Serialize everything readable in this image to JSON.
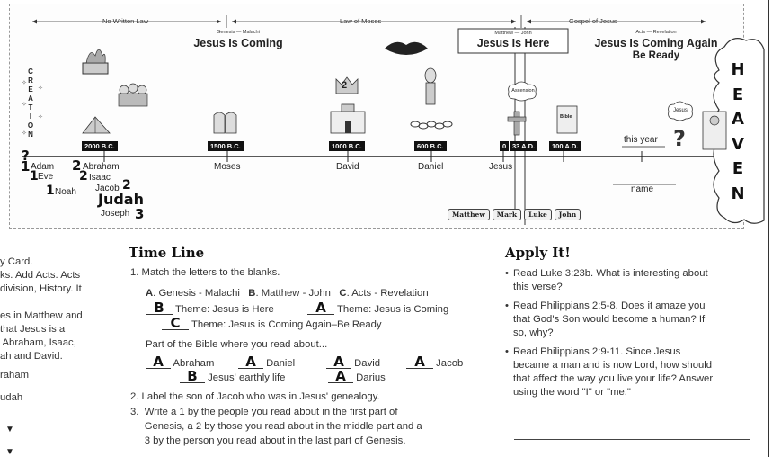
{
  "eras": {
    "no_written_law": "No Written Law",
    "law_of_moses": "Law of Moses",
    "gospel_of_jesus": "Gospel of Jesus"
  },
  "headers": {
    "ot": {
      "small": "Genesis — Malachi",
      "big": "Jesus Is Coming"
    },
    "gospels": {
      "small": "Matthew — John",
      "big": "Jesus Is Here"
    },
    "acts": {
      "small": "Acts — Revelation",
      "big1": "Jesus Is Coming Again",
      "big2": "Be Ready"
    }
  },
  "creation_letters": [
    "C",
    "R",
    "E",
    "A",
    "T",
    "I",
    "O",
    "N"
  ],
  "crown_number": "2",
  "ascension_label": "Ascension",
  "bible_label": "Bible",
  "jesus_cloud_label": "Jesus",
  "dates": [
    "2000 B.C.",
    "1500 B.C.",
    "1000 B.C.",
    "600 B.C.",
    "0",
    "33 A.D.",
    "100 A.D."
  ],
  "this_year": "this year",
  "question_mark": "?",
  "people": {
    "adam": "Adam",
    "eve": "Eve",
    "noah": "Noah",
    "abraham": "Abraham",
    "isaac": "Isaac",
    "jacob": "Jacob",
    "judah": "Judah",
    "joseph": "Joseph",
    "moses": "Moses",
    "david": "David",
    "daniel": "Daniel",
    "jesus": "Jesus"
  },
  "marks": {
    "q": "?",
    "adam": "1",
    "eve": "1",
    "noah": "1",
    "abraham": "2",
    "isaac": "2",
    "jacob": "2",
    "joseph": "3"
  },
  "name_label": "name",
  "gospel_books": [
    "Matthew",
    "Mark",
    "Luke",
    "John"
  ],
  "heaven": [
    "H",
    "E",
    "A",
    "V",
    "E",
    "N"
  ],
  "left_col": [
    "y Card.",
    "ks. Add Acts. Acts",
    "division, History. It",
    "",
    "es in Matthew and",
    "that Jesus is a",
    " Abraham, Isaac,",
    "ah and David.",
    "raham",
    "udah"
  ],
  "timeline_section": {
    "title": "Time Line",
    "q1": "1.  Match the letters to the blanks.",
    "options": [
      "A",
      ". Genesis - Malachi   ",
      "B",
      ". Matthew - John   ",
      "C",
      ". Acts - Revelation"
    ],
    "theme_rows": [
      {
        "ans": "B",
        "text": "Theme: Jesus is Here"
      },
      {
        "ans": "A",
        "text": "Theme: Jesus is Coming"
      },
      {
        "ans": "C",
        "text": "Theme: Jesus is Coming Again–Be Ready"
      }
    ],
    "part_text": "Part of the Bible where you read about...",
    "about_row1": [
      {
        "ans": "A",
        "text": "Abraham"
      },
      {
        "ans": "A",
        "text": "Daniel"
      },
      {
        "ans": "A",
        "text": "David"
      },
      {
        "ans": "A",
        "text": "Jacob"
      }
    ],
    "about_row2": [
      {
        "ans": "B",
        "text": "Jesus' earthly life"
      },
      {
        "ans": "A",
        "text": "Darius"
      }
    ],
    "q2": "2.  Label the son of Jacob who was in Jesus' genealogy.",
    "q3": [
      "3.  Write a 1 by the people you read about in the first part of",
      "     Genesis, a 2 by those you read about in the middle part and a",
      "     3 by the person you read about in the last part of Genesis."
    ]
  },
  "apply_section": {
    "title": "Apply It!",
    "bullets": [
      [
        "Read Luke 3:23b. What is interesting about",
        "this verse?"
      ],
      [
        "Read Philippians 2:5-8. Does it amaze you",
        "that God's Son would become a human? If",
        "so, why?"
      ],
      [
        "Read Philippians 2:9-11. Since Jesus",
        "became a man and is now Lord, how should",
        "that affect the way you live your life? Answer",
        "using the word \"I\" or  \"me.\""
      ]
    ]
  }
}
